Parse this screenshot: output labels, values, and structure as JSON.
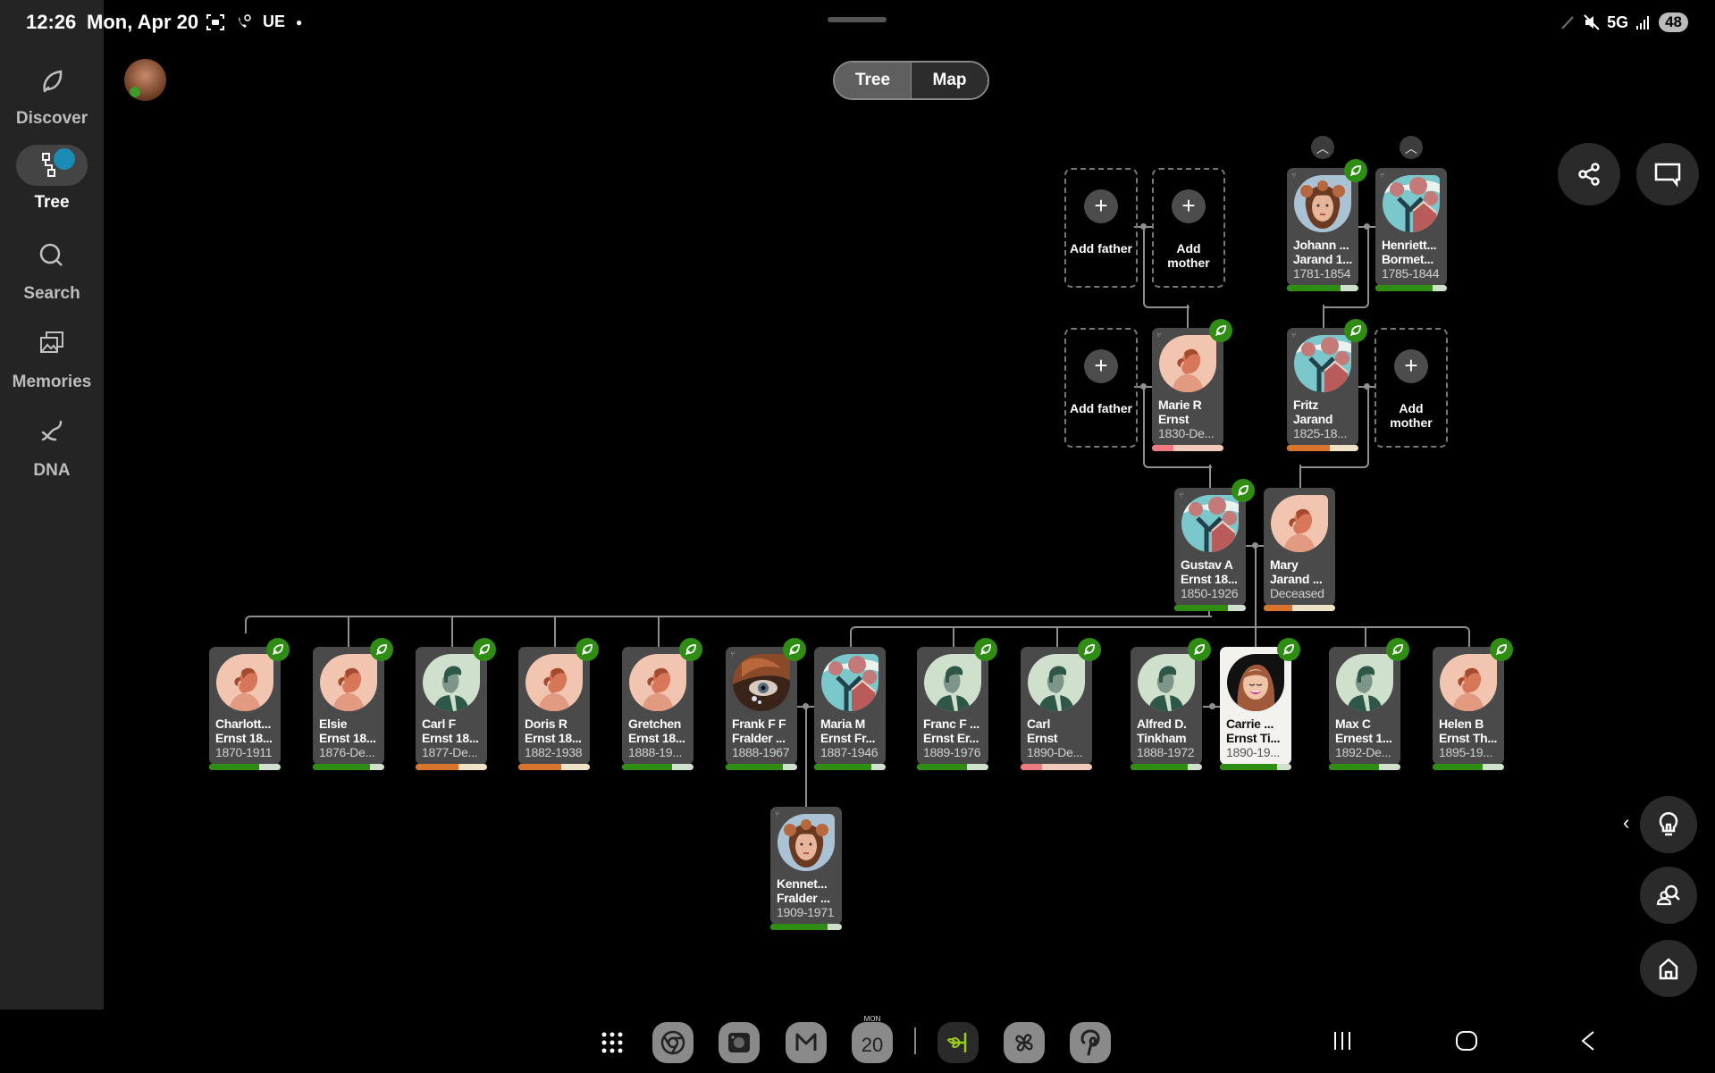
{
  "status_bar": {
    "time": "12:26",
    "date": "Mon, Apr 20",
    "left_icons": [
      "screenshot-icon",
      "wifi-call-icon"
    ],
    "carrier_text": "UE",
    "network": "5G",
    "battery": "48"
  },
  "sidebar": {
    "items": [
      {
        "label": "Discover",
        "icon": "leaf-icon",
        "active": false
      },
      {
        "label": "Tree",
        "icon": "tree-icon",
        "active": true
      },
      {
        "label": "Search",
        "icon": "search-icon",
        "active": false
      },
      {
        "label": "Memories",
        "icon": "photos-icon",
        "active": false
      },
      {
        "label": "DNA",
        "icon": "dna-icon",
        "active": false
      }
    ]
  },
  "view_toggle": {
    "tree": "Tree",
    "map": "Map",
    "selected": "Tree"
  },
  "tree": {
    "add_father": "Add father",
    "add_mother": "Add mother",
    "great_grandparents": [
      {
        "name1": "Johann ...",
        "name2": "Jarand 1...",
        "dates": "1781-1854",
        "progress": 75,
        "bar_color": "#2f8d14",
        "bar_bg": "#cfe0cc"
      },
      {
        "name1": "Henriett...",
        "name2": "Bormet...",
        "dates": "1785-1844",
        "progress": 80,
        "bar_color": "#2f8d14",
        "bar_bg": "#cfe0cc"
      }
    ],
    "grandparents": [
      {
        "name1": "Marie R",
        "name2": "Ernst",
        "dates": "1830-De...",
        "progress": 30,
        "bar_color": "#ef7b82",
        "bar_bg": "#f1c9b9"
      },
      {
        "name1": "Fritz",
        "name2": "Jarand",
        "dates": "1825-18...",
        "progress": 60,
        "bar_color": "#d9742f",
        "bar_bg": "#efe2c6"
      }
    ],
    "parents": [
      {
        "name1": "Gustav A",
        "name2": "Ernst 18...",
        "dates": "1850-1926",
        "progress": 75,
        "bar_color": "#2f8d14",
        "bar_bg": "#cfe0cc"
      },
      {
        "name1": "Mary",
        "name2": "Jarand ...",
        "dates": "Deceased",
        "progress": 40,
        "bar_color": "#d9742f",
        "bar_bg": "#efe2c6"
      }
    ],
    "children": [
      {
        "name1": "Charlott...",
        "name2": "Ernst 18...",
        "dates": "1870-1911",
        "progress": 70,
        "bar_color": "#2f8d14",
        "bar_bg": "#cfe0cc"
      },
      {
        "name1": "Elsie",
        "name2": "Ernst 18...",
        "dates": "1876-De...",
        "progress": 80,
        "bar_color": "#2f8d14",
        "bar_bg": "#cfe0cc"
      },
      {
        "name1": "Carl F",
        "name2": "Ernst 18...",
        "dates": "1877-De...",
        "progress": 60,
        "bar_color": "#d9742f",
        "bar_bg": "#efe2c6"
      },
      {
        "name1": "Doris R",
        "name2": "Ernst 18...",
        "dates": "1882-1938",
        "progress": 60,
        "bar_color": "#d9742f",
        "bar_bg": "#efe2c6"
      },
      {
        "name1": "Gretchen",
        "name2": "Ernst 18...",
        "dates": "1888-19...",
        "progress": 70,
        "bar_color": "#2f8d14",
        "bar_bg": "#cfe0cc"
      },
      {
        "name1": "Frank F F",
        "name2": "Fralder ...",
        "dates": "1888-1967",
        "progress": 80,
        "bar_color": "#2f8d14",
        "bar_bg": "#cfe0cc"
      },
      {
        "name1": "Maria M",
        "name2": "Ernst Fr...",
        "dates": "1887-1946",
        "progress": 80,
        "bar_color": "#2f8d14",
        "bar_bg": "#cfe0cc"
      },
      {
        "name1": "Franc F ...",
        "name2": "Ernst Er...",
        "dates": "1889-1976",
        "progress": 70,
        "bar_color": "#2f8d14",
        "bar_bg": "#cfe0cc"
      },
      {
        "name1": "Carl",
        "name2": "Ernst",
        "dates": "1890-De...",
        "progress": 30,
        "bar_color": "#ef7b82",
        "bar_bg": "#f1c9b9"
      },
      {
        "name1": "Alfred D.",
        "name2": "Tinkham",
        "dates": "1888-1972",
        "progress": 80,
        "bar_color": "#2f8d14",
        "bar_bg": "#cfe0cc"
      },
      {
        "name1": "Carrie ...",
        "name2": "Ernst Ti...",
        "dates": "1890-19...",
        "progress": 80,
        "bar_color": "#2f8d14",
        "bar_bg": "#cfe0cc"
      },
      {
        "name1": "Max C",
        "name2": "Ernest 1...",
        "dates": "1892-De...",
        "progress": 70,
        "bar_color": "#2f8d14",
        "bar_bg": "#cfe0cc"
      },
      {
        "name1": "Helen B",
        "name2": "Ernst Th...",
        "dates": "1895-19...",
        "progress": 70,
        "bar_color": "#2f8d14",
        "bar_bg": "#cfe0cc"
      }
    ],
    "grandchild": {
      "name1": "Kennet...",
      "name2": "Fralder ...",
      "dates": "1909-1971",
      "progress": 80,
      "bar_color": "#2f8d14",
      "bar_bg": "#cfe0cc"
    }
  },
  "right_actions": [
    "share-icon",
    "comment-icon"
  ],
  "floating_actions": [
    "lightbulb-icon",
    "person-search-icon",
    "home-icon"
  ],
  "dock": {
    "apps": [
      "apps-grid",
      "chrome",
      "camera",
      "gmail",
      "calendar",
      "ancestry",
      "pinwheel",
      "pinterest"
    ],
    "calendar_day": "MON",
    "calendar_date": "20"
  },
  "colors": {
    "accent_green": "#2f8d14",
    "sidebar_bg": "#242424",
    "card_bg": "#4a4a4a",
    "notification_blue": "#1a8bb5"
  }
}
